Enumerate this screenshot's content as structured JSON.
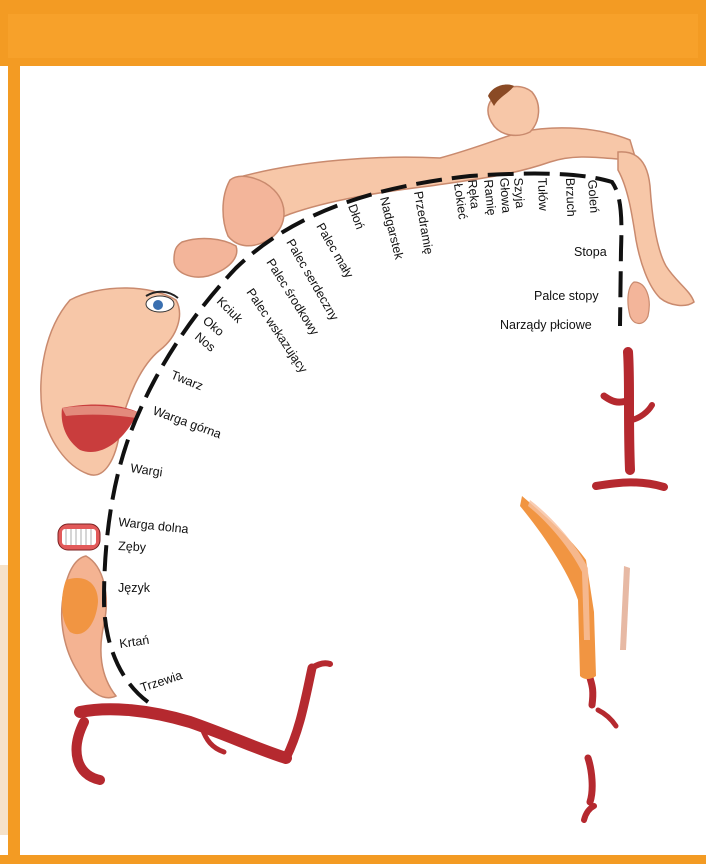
{
  "colors": {
    "frame": "#f39b23",
    "dash": "#111111",
    "skin": "#f7c7a8",
    "skin_dark": "#e9967a",
    "vessel": "#b5292f",
    "orange_region": "#f19542",
    "hair": "#8a4a25"
  },
  "labels": {
    "trzewia": "Trzewia",
    "krtan": "Krtań",
    "jezyk": "Język",
    "zeby": "Zęby",
    "warga_dolna": "Warga dolna",
    "wargi": "Wargi",
    "warga_gorna": "Warga górna",
    "twarz": "Twarz",
    "nos": "Nos",
    "oko": "Oko",
    "kciuk": "Kciuk",
    "palec_wskazujacy": "Palec wskazujący",
    "palec_srodkowy": "Palec środkowy",
    "palec_serdeczny": "Palec serdeczny",
    "palec_maly": "Palec mały",
    "dlon": "Dłoń",
    "nadgarstek": "Nadgarstek",
    "przedramie": "Przedramię",
    "lokiec": "Łokieć",
    "reka": "Ręka",
    "ramie": "Ramię",
    "glowa": "Głowa",
    "szyja": "Szyja",
    "tulow": "Tułów",
    "brzuch": "Brzuch",
    "golen": "Goleń",
    "stopa": "Stopa",
    "palce_stopy": "Palce stopy",
    "narzady_plciowe": "Narządy płciowe"
  }
}
